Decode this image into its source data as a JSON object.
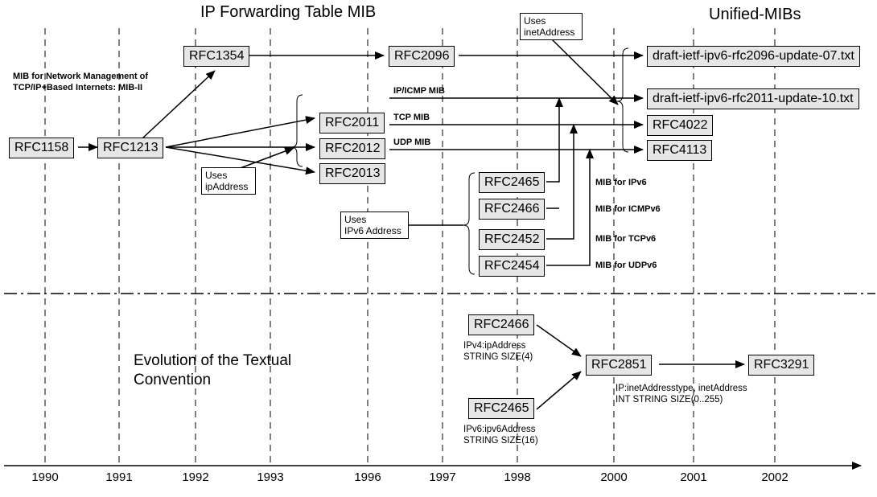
{
  "titles": {
    "left": "IP Forwarding Table MIB",
    "right": "Unified-MIBs"
  },
  "years": [
    "1990",
    "1991",
    "1992",
    "1993",
    "1996",
    "1997",
    "1998",
    "2000",
    "2001",
    "2002"
  ],
  "boxes": {
    "rfc1158": "RFC1158",
    "rfc1213": "RFC1213",
    "rfc1354": "RFC1354",
    "rfc2096": "RFC2096",
    "rfc2011": "RFC2011",
    "rfc2012": "RFC2012",
    "rfc2013": "RFC2013",
    "draft_2096": "draft-ietf-ipv6-rfc2096-update-07.txt",
    "draft_2011": "draft-ietf-ipv6-rfc2011-update-10.txt",
    "rfc4022": "RFC4022",
    "rfc4113": "RFC4113",
    "rfc2465": "RFC2465",
    "rfc2466": "RFC2466",
    "rfc2452": "RFC2452",
    "rfc2454": "RFC2454",
    "tc_rfc2466": "RFC2466",
    "tc_rfc2465": "RFC2465",
    "tc_rfc2851": "RFC2851",
    "tc_rfc3291": "RFC3291"
  },
  "notes": {
    "uses_inet": "Uses\ninetAddress",
    "uses_ip": "Uses\nipAddress",
    "uses_ipv6": "Uses\nIPv6 Address"
  },
  "labels": {
    "mib2": "MIB for Network Management of\nTCP/IP+Based Internets: MIB-II",
    "ip_icmp": "IP/ICMP MIB",
    "tcp": "TCP MIB",
    "udp": "UDP MIB",
    "mib_ipv6": "MIB for IPv6",
    "mib_icmpv6": "MIB for ICMPv6",
    "mib_tcpv6": "MIB for TCPv6",
    "mib_udpv6": "MIB for UDPv6"
  },
  "textual": {
    "heading": "Evolution of the Textual\nConvention",
    "rfc2466_desc": "IPv4:ipAddress\nSTRING SIZE(4)",
    "rfc2465_desc": "IPv6:ipv6Address\nSTRING SIZE(16)",
    "rfc2851_desc": "IP:inetAddresstype, inetAddress\nINT STRING SIZE(0..255)"
  }
}
